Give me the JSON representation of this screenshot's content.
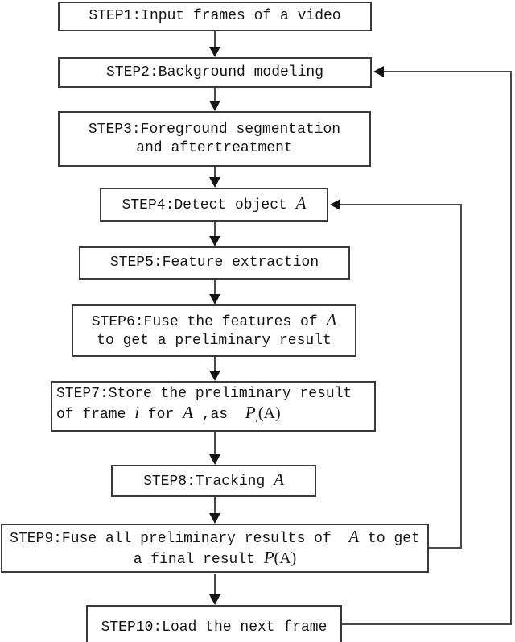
{
  "diagram_title": "Video object tracking flowchart",
  "colors": {
    "background": "#ffffff",
    "box_border": "#3a3a3a",
    "line": "#4a4a4a",
    "arrow": "#151515",
    "text": "#141414"
  },
  "steps": [
    {
      "id": "step1",
      "lines": [
        [
          {
            "text": "STEP1:Input frames of a video",
            "style": "mono"
          }
        ]
      ]
    },
    {
      "id": "step2",
      "lines": [
        [
          {
            "text": "STEP2:Background modeling",
            "style": "mono"
          }
        ]
      ]
    },
    {
      "id": "step3",
      "lines": [
        [
          {
            "text": "STEP3:Foreground segmentation",
            "style": "mono"
          }
        ],
        [
          {
            "text": "and aftertreatment",
            "style": "mono"
          }
        ]
      ]
    },
    {
      "id": "step4",
      "lines": [
        [
          {
            "text": "STEP4:Detect object ",
            "style": "mono"
          },
          {
            "text": "A",
            "style": "it"
          }
        ]
      ]
    },
    {
      "id": "step5",
      "lines": [
        [
          {
            "text": "STEP5:Feature extraction",
            "style": "mono"
          }
        ]
      ]
    },
    {
      "id": "step6",
      "lines": [
        [
          {
            "text": "STEP6:Fuse the features of ",
            "style": "mono"
          },
          {
            "text": "A",
            "style": "it"
          }
        ],
        [
          {
            "text": "to get a preliminary result",
            "style": "mono"
          }
        ]
      ]
    },
    {
      "id": "step7",
      "lines": [
        [
          {
            "text": "STEP7:Store the preliminary result",
            "style": "mono"
          }
        ],
        [
          {
            "text": "of frame ",
            "style": "mono"
          },
          {
            "text": "i",
            "style": "it"
          },
          {
            "text": " for ",
            "style": "mono"
          },
          {
            "text": "A",
            "style": "it"
          },
          {
            "text": " ,as  ",
            "style": "mono"
          },
          {
            "text": "P",
            "style": "it"
          },
          {
            "text": "i",
            "style": "sub"
          },
          {
            "text": "(A)",
            "style": "ser"
          }
        ]
      ]
    },
    {
      "id": "step8",
      "lines": [
        [
          {
            "text": "STEP8:Tracking ",
            "style": "mono"
          },
          {
            "text": "A",
            "style": "it"
          }
        ]
      ]
    },
    {
      "id": "step9",
      "lines": [
        [
          {
            "text": "STEP9:Fuse all preliminary results of  ",
            "style": "mono"
          },
          {
            "text": "A",
            "style": "it"
          },
          {
            "text": " to get",
            "style": "mono"
          }
        ],
        [
          {
            "text": "a final result ",
            "style": "mono"
          },
          {
            "text": "P",
            "style": "it"
          },
          {
            "text": "(A)",
            "style": "ser"
          }
        ]
      ]
    },
    {
      "id": "step10",
      "lines": [
        [
          {
            "text": "STEP10:Load the next frame",
            "style": "mono"
          }
        ]
      ]
    }
  ],
  "edges": [
    {
      "from": "step1",
      "to": "step2",
      "type": "down-arrow"
    },
    {
      "from": "step2",
      "to": "step3",
      "type": "down-arrow"
    },
    {
      "from": "step3",
      "to": "step4",
      "type": "down-arrow"
    },
    {
      "from": "step4",
      "to": "step5",
      "type": "down-arrow"
    },
    {
      "from": "step5",
      "to": "step6",
      "type": "down-arrow"
    },
    {
      "from": "step6",
      "to": "step7",
      "type": "down-arrow"
    },
    {
      "from": "step7",
      "to": "step8",
      "type": "down-arrow"
    },
    {
      "from": "step8",
      "to": "step9",
      "type": "down-arrow"
    },
    {
      "from": "step9",
      "to": "step10",
      "type": "down-arrow"
    },
    {
      "from": "step9",
      "to": "step4",
      "type": "feedback-loop-right"
    },
    {
      "from": "step10",
      "to": "step2",
      "type": "feedback-loop-right"
    }
  ]
}
